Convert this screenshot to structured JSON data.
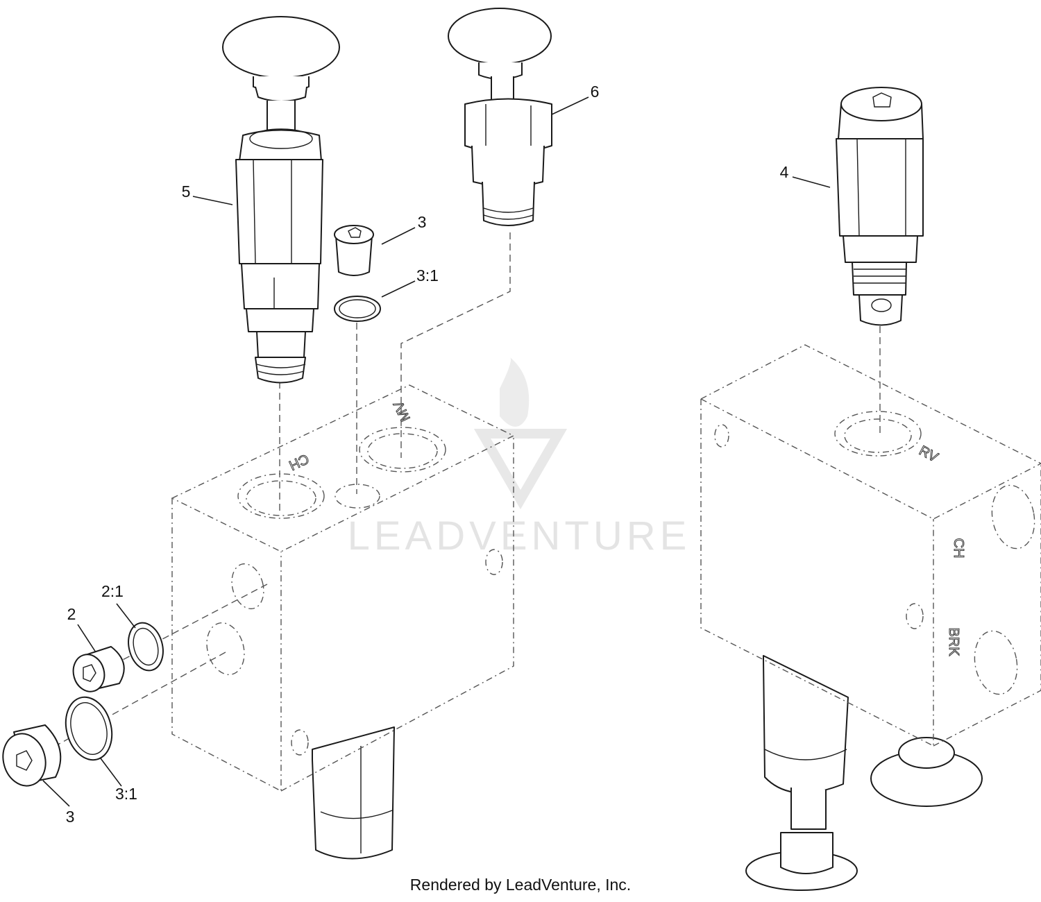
{
  "watermark": {
    "text": "LEADVENTURE"
  },
  "footer": {
    "text": "Rendered by LeadVenture, Inc."
  },
  "port_labels": {
    "ch_top": "CH",
    "mv": "MV",
    "rv": "RV",
    "ch_side": "CH",
    "brk": "BRK"
  },
  "callouts": {
    "c5": "5",
    "c6": "6",
    "c3_top": "3",
    "c3_1_top": "3:1",
    "c4": "4",
    "c2": "2",
    "c2_1": "2:1",
    "c3_bottom": "3",
    "c3_1_bottom": "3:1"
  }
}
